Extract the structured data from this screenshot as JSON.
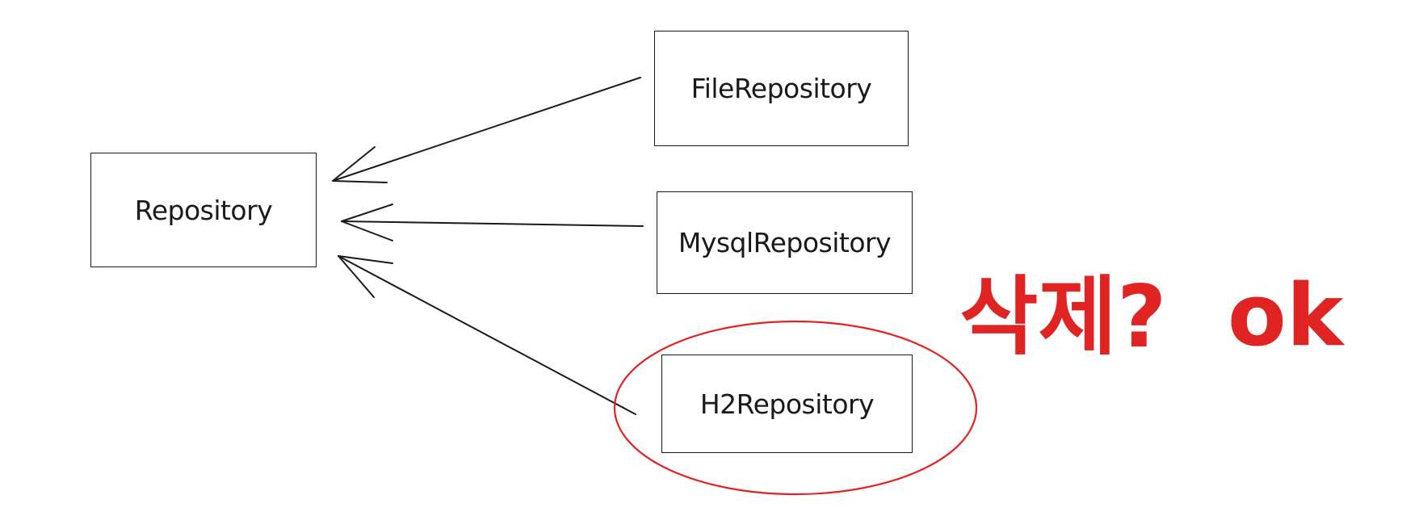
{
  "diagram": {
    "nodes": {
      "repository": "Repository",
      "file_repository": "FileRepository",
      "mysql_repository": "MysqlRepository",
      "h2_repository": "H2Repository"
    },
    "annotations": {
      "question": "삭제?",
      "answer": "ok"
    },
    "colors": {
      "stroke": "#1a1a1a",
      "annotation": "#e02424"
    }
  }
}
